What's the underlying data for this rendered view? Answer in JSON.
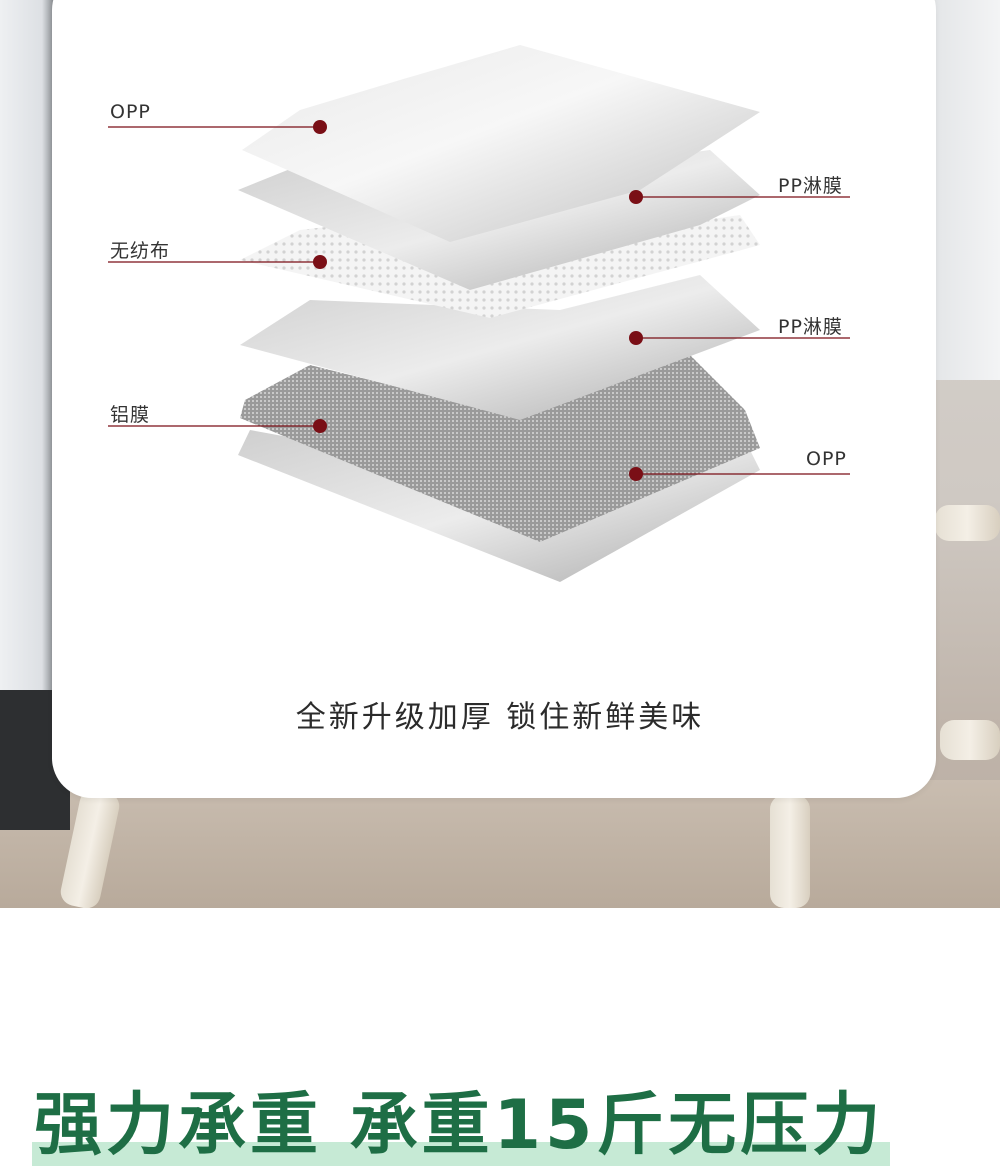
{
  "layers": {
    "left": [
      {
        "label": "OPP"
      },
      {
        "label": "无纺布"
      },
      {
        "label": "铝膜"
      }
    ],
    "right": [
      {
        "label": "PP淋膜"
      },
      {
        "label": "PP淋膜"
      },
      {
        "label": "OPP"
      }
    ]
  },
  "caption": "全新升级加厚 锁住新鲜美味",
  "headline": "强力承重 承重15斤无压力",
  "colors": {
    "marker": "#7a0f16",
    "headline": "#1e6e45",
    "headline_highlight": "#c6ead5"
  }
}
